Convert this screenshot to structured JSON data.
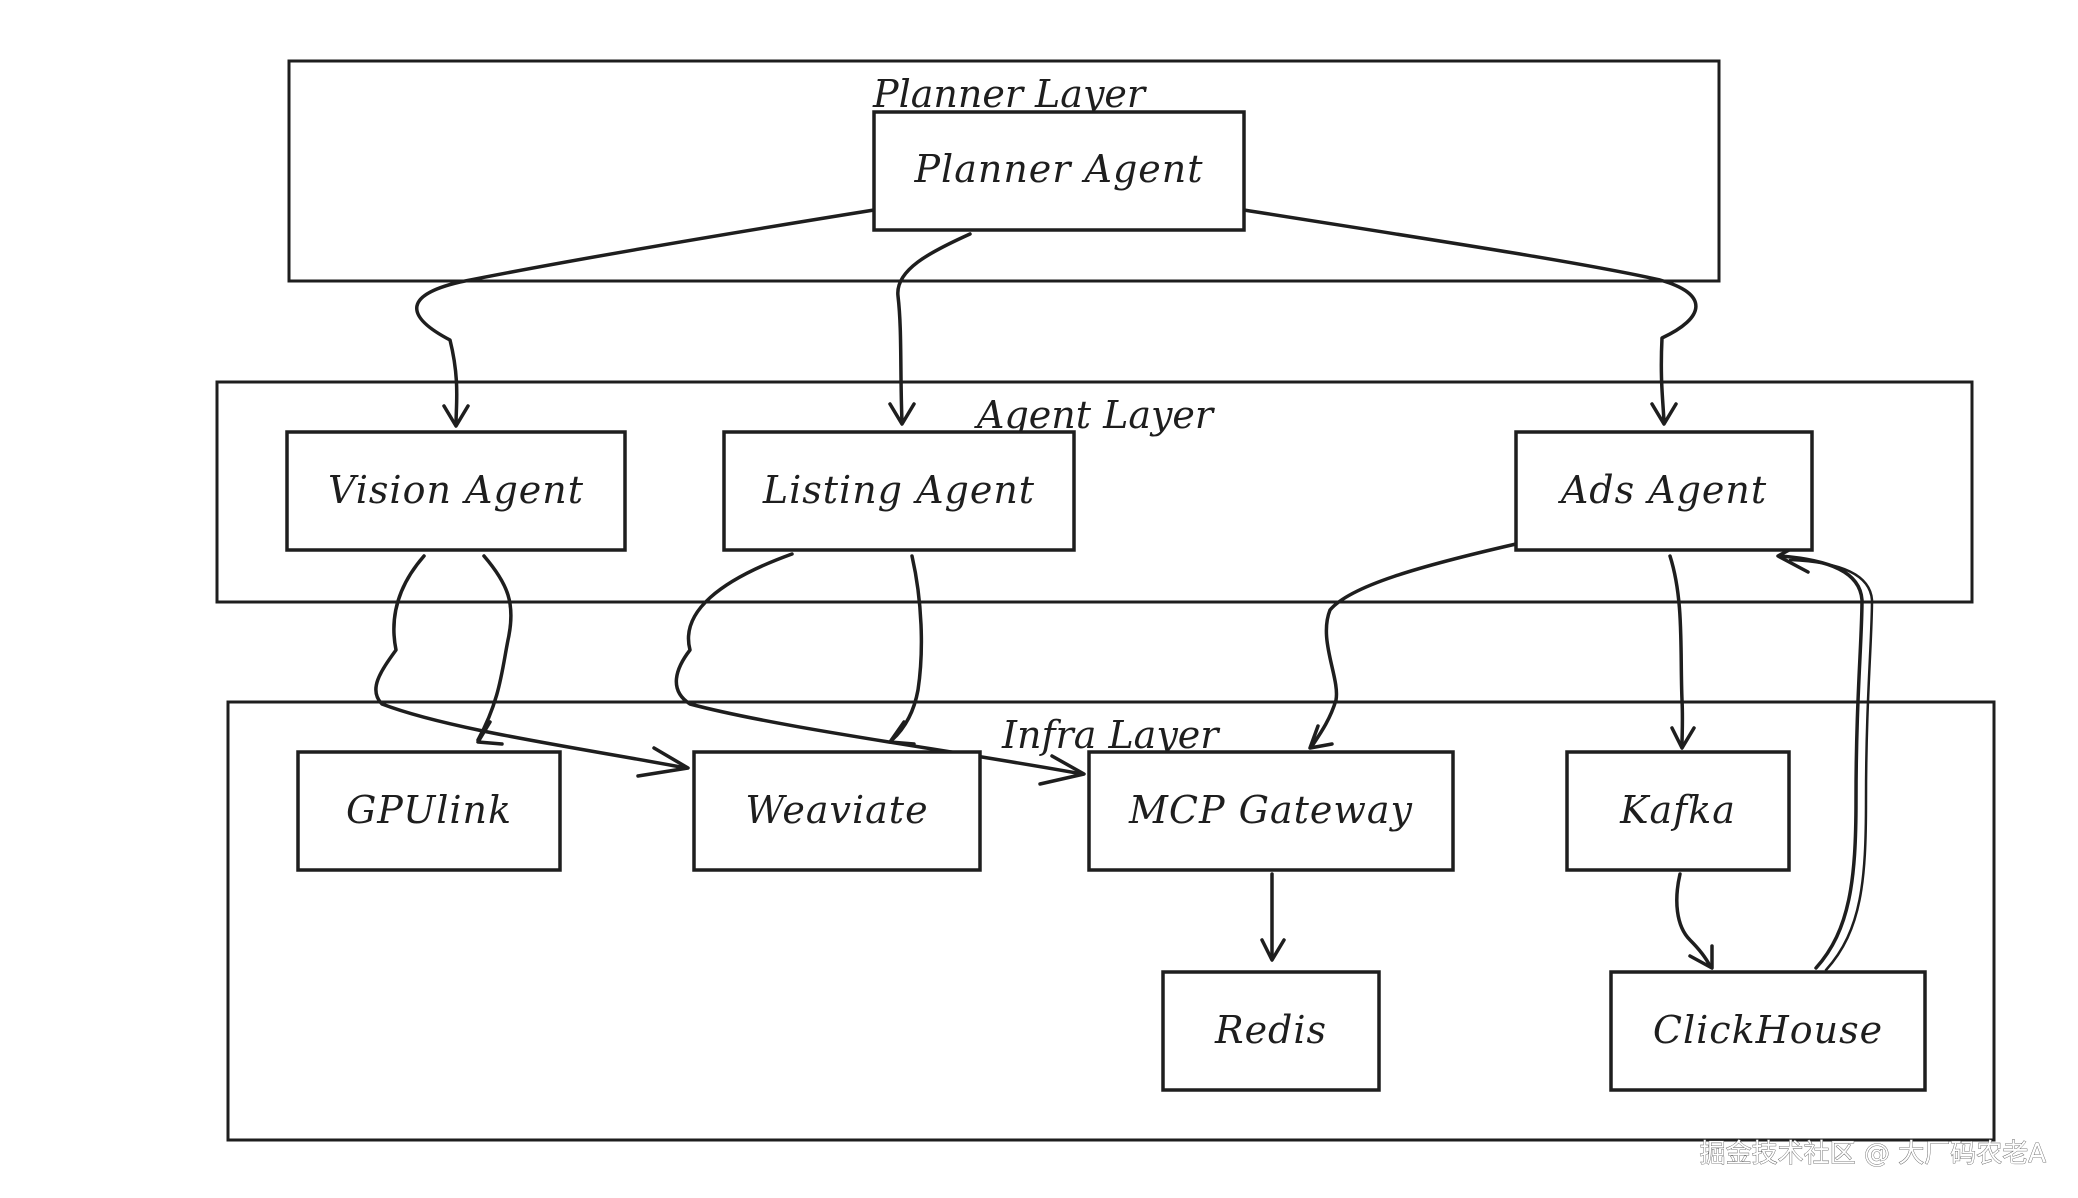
{
  "layers": {
    "planner": "Planner Layer",
    "agent": "Agent Layer",
    "infra": "Infra Layer"
  },
  "nodes": {
    "planner_agent": "Planner Agent",
    "vision_agent": "Vision Agent",
    "listing_agent": "Listing Agent",
    "ads_agent": "Ads Agent",
    "gpulink": "GPUlink",
    "weaviate": "Weaviate",
    "mcp_gateway": "MCP Gateway",
    "kafka": "Kafka",
    "redis": "Redis",
    "clickhouse": "ClickHouse"
  },
  "watermark": "掘金技术社区 @ 大厂码农老A"
}
